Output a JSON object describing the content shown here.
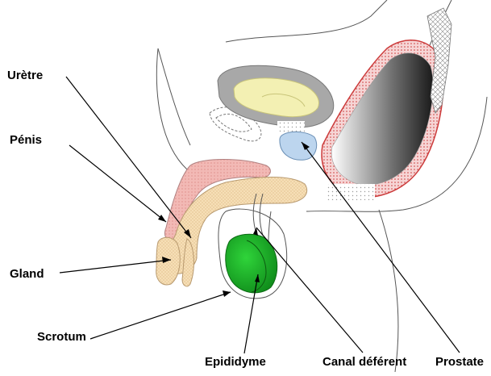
{
  "labels": {
    "uretre": "Urètre",
    "penis": "Pénis",
    "gland": "Gland",
    "scrotum": "Scrotum",
    "epididyme": "Epididyme",
    "canal_deferent": "Canal déférent",
    "prostate": "Prostate"
  },
  "colors": {
    "bladder_wall": "#a8a8a8",
    "bladder_fill": "#f3f0b3",
    "prostate": "#bcd5ee",
    "corpus_spongiosum": "#f6dfb6",
    "corpus_cavernosum": "#f2b9b5",
    "rectum_wall": "#cc3b3b",
    "testis": "#1aa827",
    "line": "#000000"
  }
}
